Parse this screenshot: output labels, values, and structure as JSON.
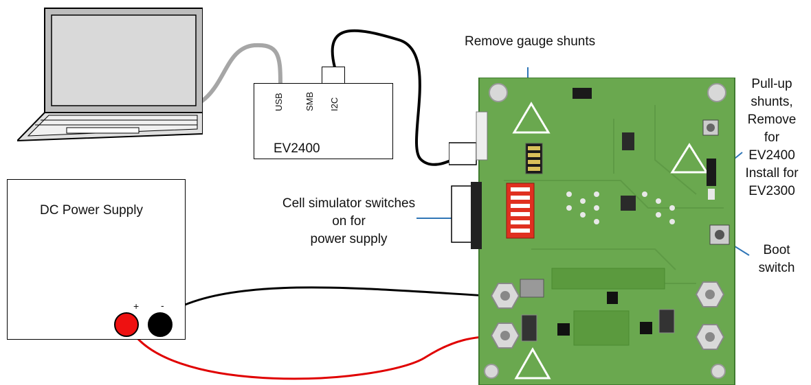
{
  "ev2400": {
    "name": "EV2400",
    "ports": [
      "USB",
      "SMB",
      "I2C"
    ]
  },
  "power_supply": {
    "name": "DC Power Supply",
    "plus": "+",
    "minus": "-"
  },
  "callouts": {
    "gauge_shunts": "Remove gauge shunts",
    "cell_switches_1": "Cell simulator switches",
    "cell_switches_2": "on for",
    "cell_switches_3": "power supply",
    "pullup_1": "Pull-up",
    "pullup_2": "shunts,",
    "pullup_3": "Remove",
    "pullup_4": "for",
    "pullup_5": "EV2400",
    "pullup_6": "Install for",
    "pullup_7": "EV2300",
    "boot_1": "Boot",
    "boot_2": "switch"
  },
  "colors": {
    "pcb": "#6aa84f",
    "usb_cable": "#a6a6a6",
    "callout_arrow": "#2e75b6",
    "positive": "#e00000",
    "negative": "#000000",
    "dip_switch": "#e03020"
  }
}
